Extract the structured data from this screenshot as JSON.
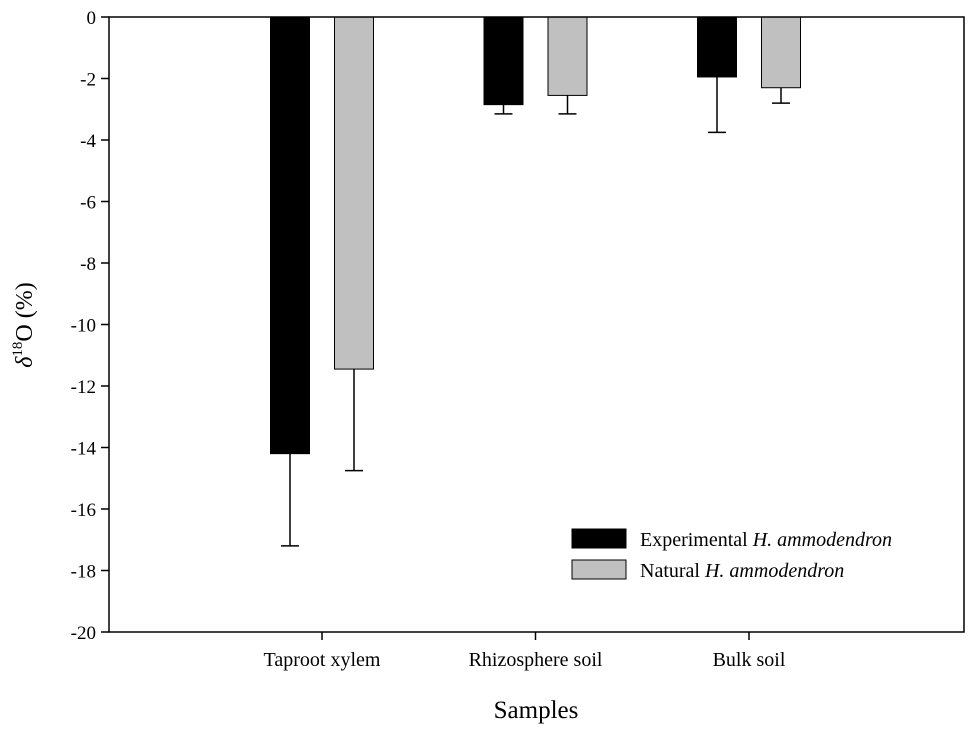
{
  "chart_data": {
    "type": "bar",
    "title": "",
    "xlabel": "Samples",
    "ylabel": {
      "delta": "δ",
      "superscript": "18",
      "rest": "O (%)"
    },
    "categories": [
      "Taproot xylem",
      "Rhizosphere soil",
      "Bulk soil"
    ],
    "series": [
      {
        "name_plain": "Experimental",
        "name_italic": "H. ammodendron",
        "color": "#000000",
        "values": [
          -14.2,
          -2.85,
          -1.95
        ],
        "errors": [
          3.0,
          0.3,
          1.8
        ]
      },
      {
        "name_plain": "Natural",
        "name_italic": "H. ammodendron",
        "color": "#c0c0c0",
        "values": [
          -11.45,
          -2.55,
          -2.3
        ],
        "errors": [
          3.3,
          0.6,
          0.5
        ]
      }
    ],
    "ylim": [
      -20,
      0
    ],
    "yticks": [
      0,
      -2,
      -4,
      -6,
      -8,
      -10,
      -12,
      -14,
      -16,
      -18,
      -20
    ],
    "grid": false,
    "legend_position": "bottom-right"
  }
}
